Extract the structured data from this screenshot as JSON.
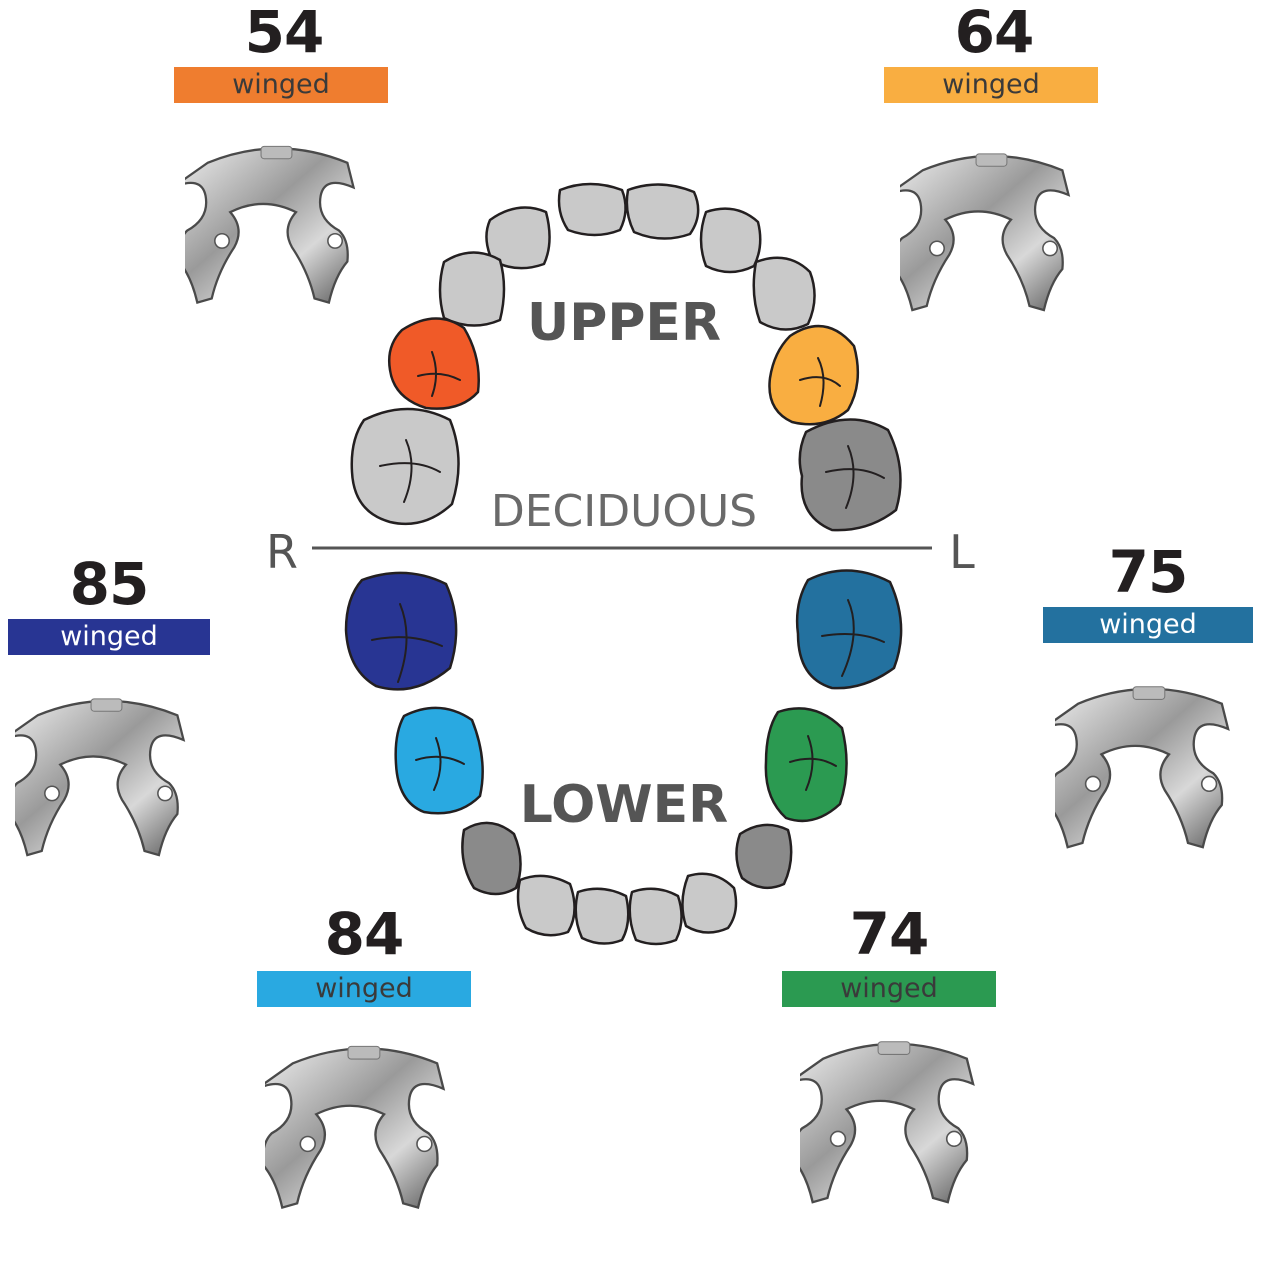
{
  "diagram": {
    "upper_label": "UPPER",
    "lower_label": "LOWER",
    "midline_label": "DECIDUOUS",
    "right_label": "R",
    "left_label": "L"
  },
  "clamps": [
    {
      "id": "54",
      "number": "54",
      "tag": "winged",
      "tag_color": "#ef7d2f",
      "text_color": "#3a3a3a"
    },
    {
      "id": "64",
      "number": "64",
      "tag": "winged",
      "tag_color": "#f9ae41",
      "text_color": "#3a3a3a"
    },
    {
      "id": "85",
      "number": "85",
      "tag": "winged",
      "tag_color": "#283593",
      "text_color": "#ffffff"
    },
    {
      "id": "75",
      "number": "75",
      "tag": "winged",
      "tag_color": "#23719f",
      "text_color": "#ffffff"
    },
    {
      "id": "84",
      "number": "84",
      "tag": "winged",
      "tag_color": "#29a9e1",
      "text_color": "#3a3a3a"
    },
    {
      "id": "74",
      "number": "74",
      "tag": "winged",
      "tag_color": "#2b9a51",
      "text_color": "#3a3a3a"
    }
  ],
  "tooth_colors": {
    "neutral": "#c9c9c9",
    "dark_neutral": "#8a8a8a",
    "t54": "#f05a28",
    "t64": "#f9ae41",
    "t85": "#283593",
    "t84": "#29a9e1",
    "t75": "#23719f",
    "t74": "#2b9a51"
  }
}
